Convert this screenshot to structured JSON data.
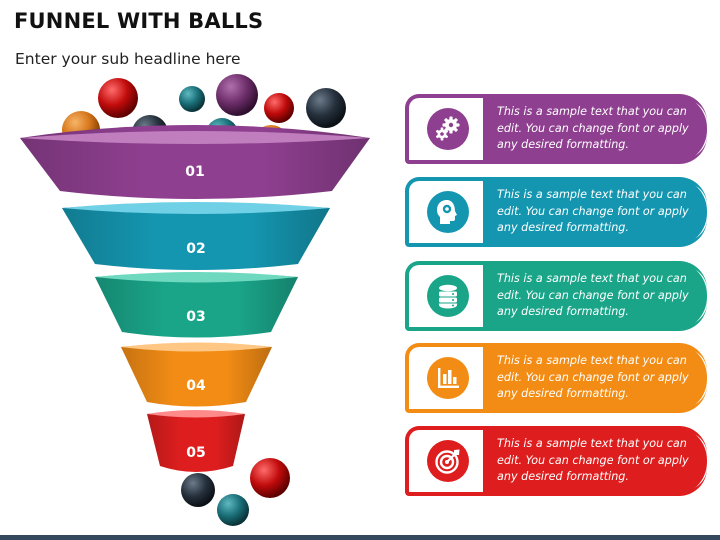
{
  "header": {
    "title": "FUNNEL WITH BALLS",
    "subtitle": "Enter your sub headline here"
  },
  "funnel": {
    "stages": [
      {
        "label": "01",
        "color": "#8e3f8f",
        "light": "#c785c4"
      },
      {
        "label": "02",
        "color": "#1596b0",
        "light": "#6fd0e6"
      },
      {
        "label": "03",
        "color": "#1aa589",
        "light": "#6fd9bf"
      },
      {
        "label": "04",
        "color": "#f28c15",
        "light": "#ffc783"
      },
      {
        "label": "05",
        "color": "#de1e1e",
        "light": "#ff8a8a"
      }
    ]
  },
  "cards": [
    {
      "text": "This is a sample text that you can edit. You can change font or apply any desired formatting.",
      "icon": "gears-icon",
      "color": "#8e3f8f"
    },
    {
      "text": "This is a sample text that you can edit. You can change font or apply any desired formatting.",
      "icon": "head-gear-icon",
      "color": "#1596b0"
    },
    {
      "text": "This is a sample text that you can edit. You can change font or apply any desired formatting.",
      "icon": "database-icon",
      "color": "#1aa589"
    },
    {
      "text": "This is a sample text that you can edit. You can change font or apply any desired formatting.",
      "icon": "bar-chart-icon",
      "color": "#f28c15"
    },
    {
      "text": "This is a sample text that you can edit. You can change font or apply any desired formatting.",
      "icon": "target-icon",
      "color": "#de1e1e"
    }
  ]
}
